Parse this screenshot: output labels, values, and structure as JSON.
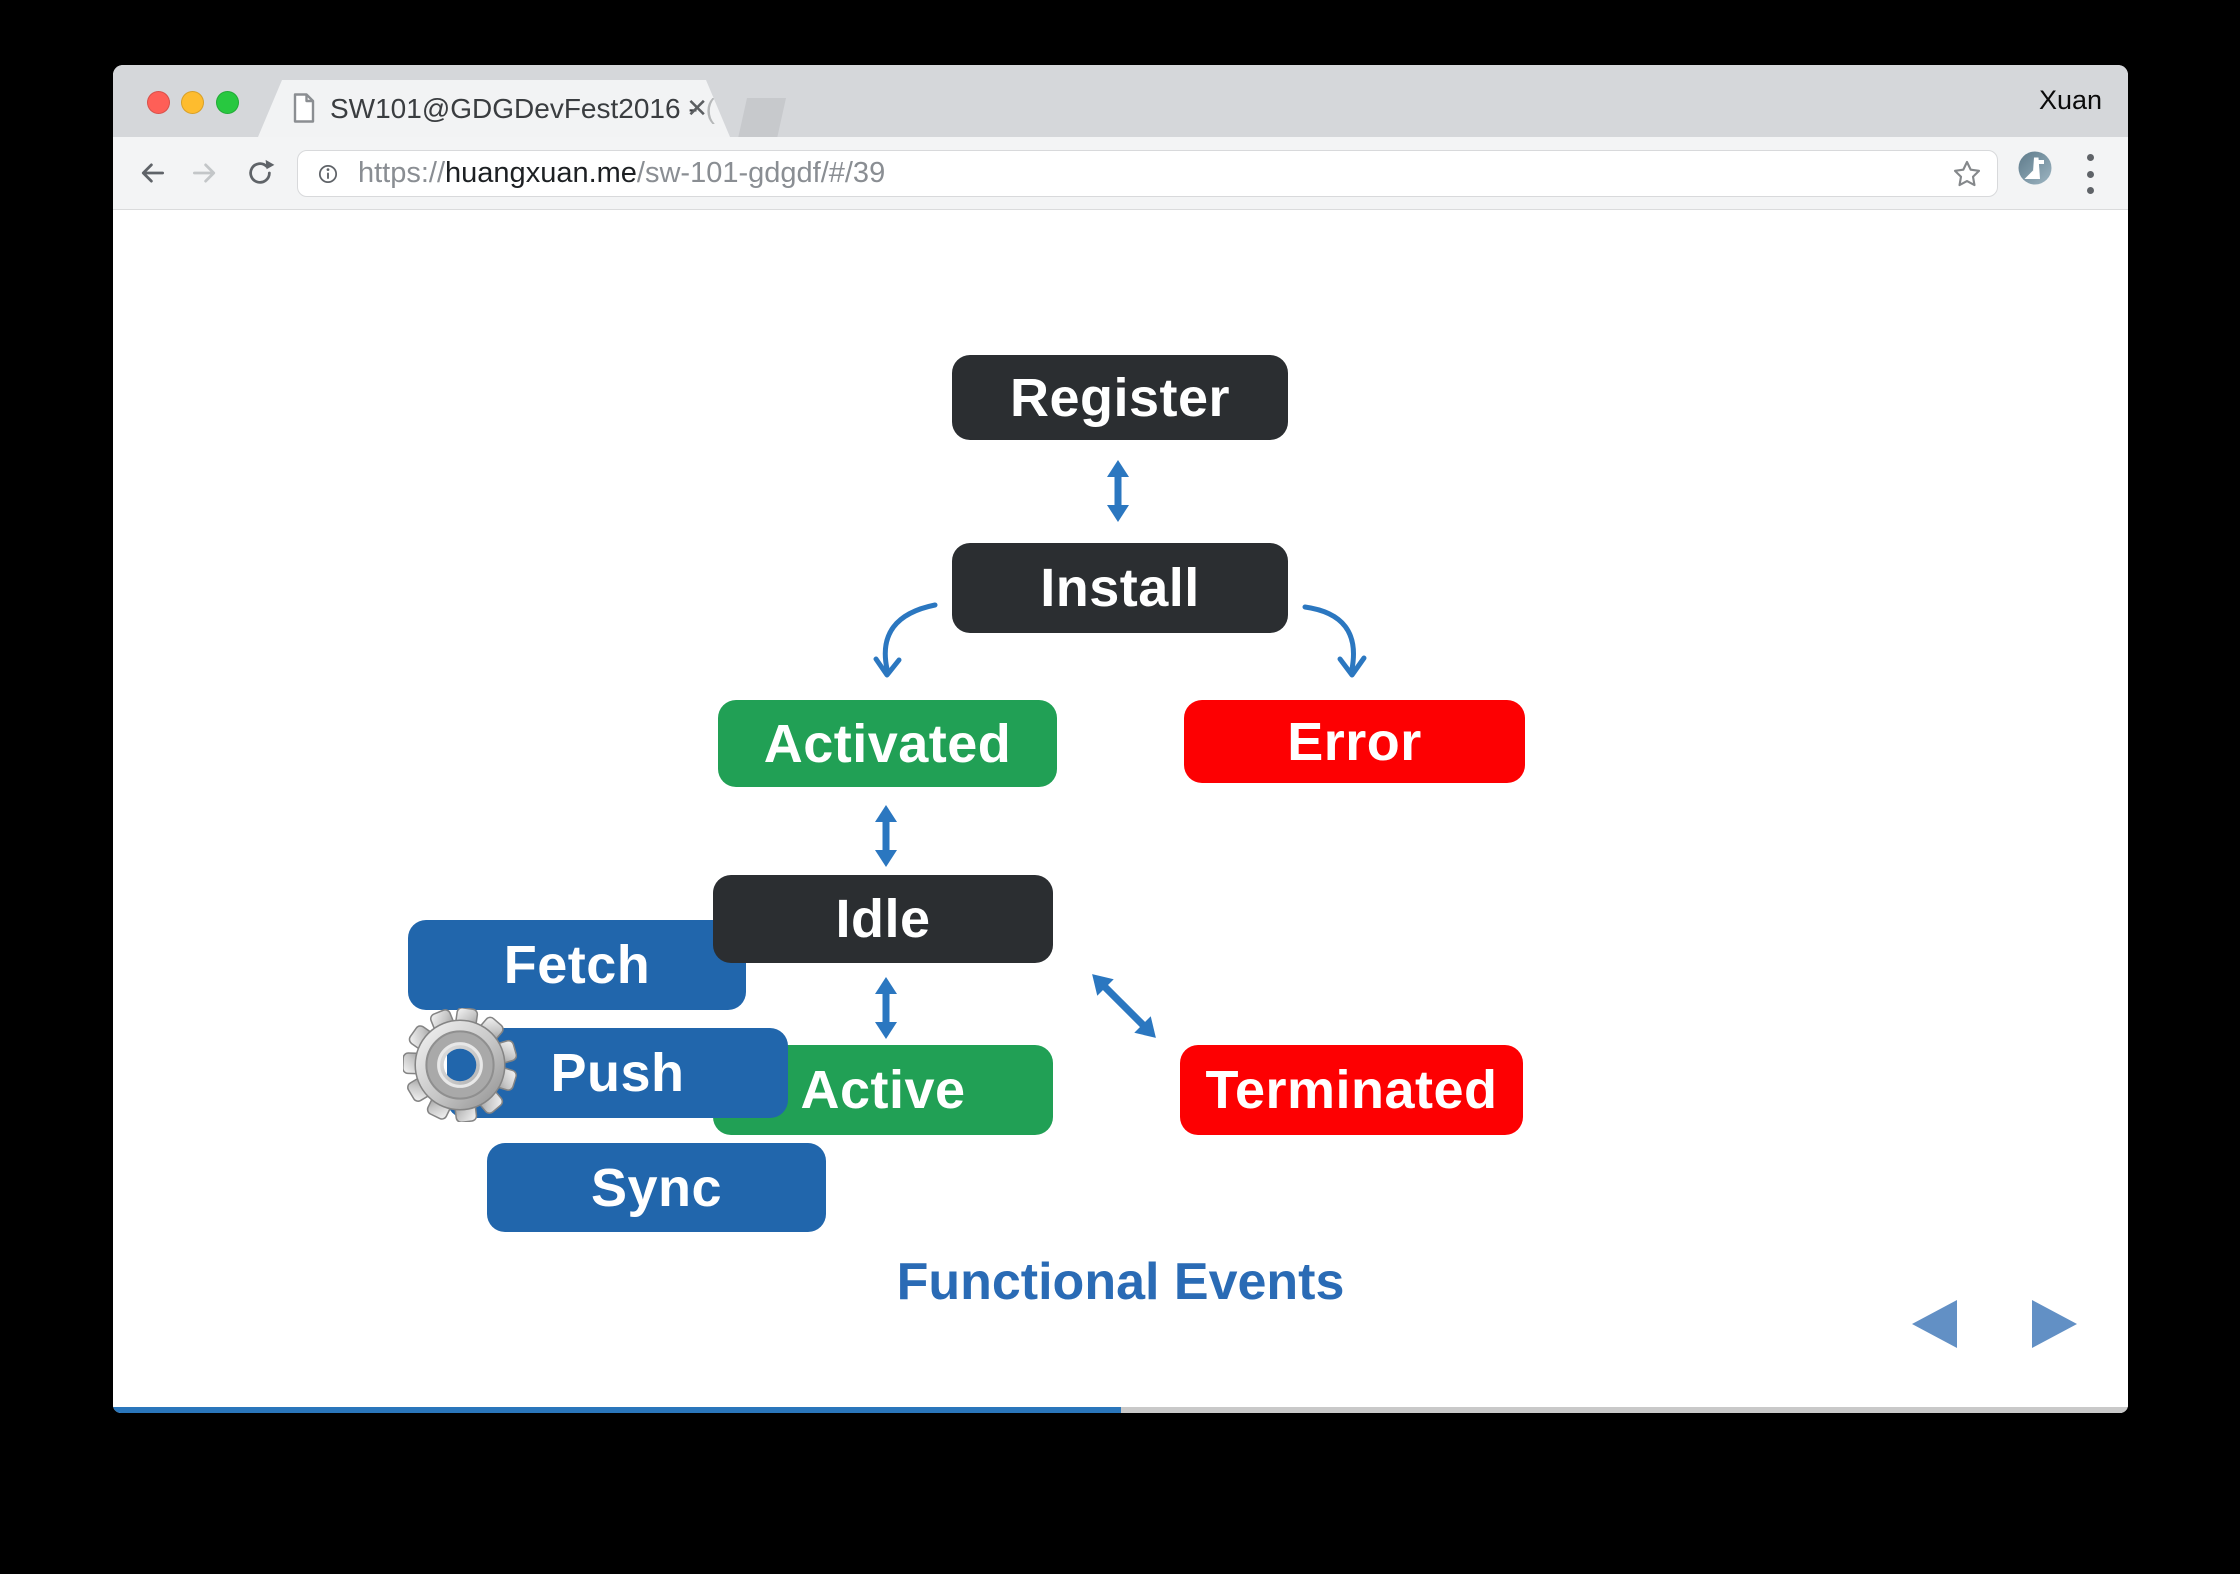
{
  "browser": {
    "profile_label": "Xuan",
    "tab": {
      "favicon_icon": "page-icon",
      "title": "SW101@GDGDevFest2016 -",
      "title_truncated": "(",
      "close_icon": "✕"
    },
    "address_bar": {
      "protocol": "https://",
      "host": "huangxuan.me",
      "path": "/sw-101-gdgdf/#/39"
    },
    "icons": {
      "back": "back-arrow-icon",
      "forward": "forward-arrow-icon",
      "reload": "reload-icon",
      "info": "info-circle-icon",
      "bookmark": "star-outline-icon",
      "avatar": "lighthouse-avatar-icon",
      "menu": "three-dots-menu-icon",
      "new_tab": "new-tab-button"
    }
  },
  "slide": {
    "nodes": {
      "register": "Register",
      "install": "Install",
      "activated": "Activated",
      "error": "Error",
      "idle": "Idle",
      "fetch": "Fetch",
      "push": "Push",
      "active": "Active",
      "terminated": "Terminated",
      "sync": "Sync"
    },
    "caption": "Functional Events",
    "icons": {
      "gear": "gear-3d-icon",
      "prev": "left-triangle-icon",
      "next": "right-triangle-icon"
    },
    "progress_percent": 50,
    "colors": {
      "dark": "#2b2e31",
      "green": "#21a055",
      "red": "#fd0002",
      "blue": "#2166ac",
      "arrow": "#2b77c0",
      "caption": "#2a6bb5",
      "nav": "#6290c5",
      "progress": "#2a76bb"
    }
  }
}
